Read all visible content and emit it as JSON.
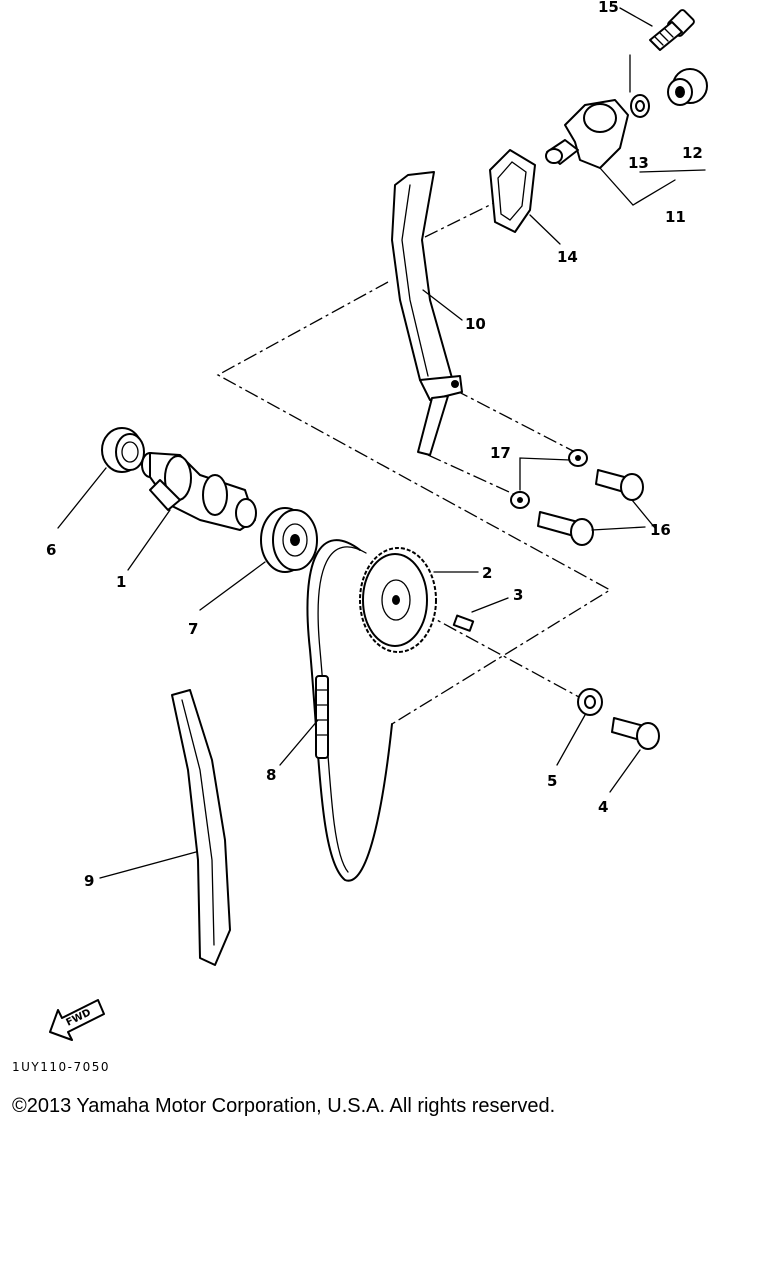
{
  "callouts": {
    "c1": "1",
    "c2": "2",
    "c3": "3",
    "c4": "4",
    "c5": "5",
    "c6": "6",
    "c7": "7",
    "c8": "8",
    "c9": "9",
    "c10": "10",
    "c11": "11",
    "c12": "12",
    "c13": "13",
    "c14": "14",
    "c15": "15",
    "c16": "16",
    "c17": "17"
  },
  "fwd_label": "FWD",
  "diagram_code": "1UY110-7050",
  "copyright": "©2013 Yamaha Motor Corporation, U.S.A. All rights reserved."
}
